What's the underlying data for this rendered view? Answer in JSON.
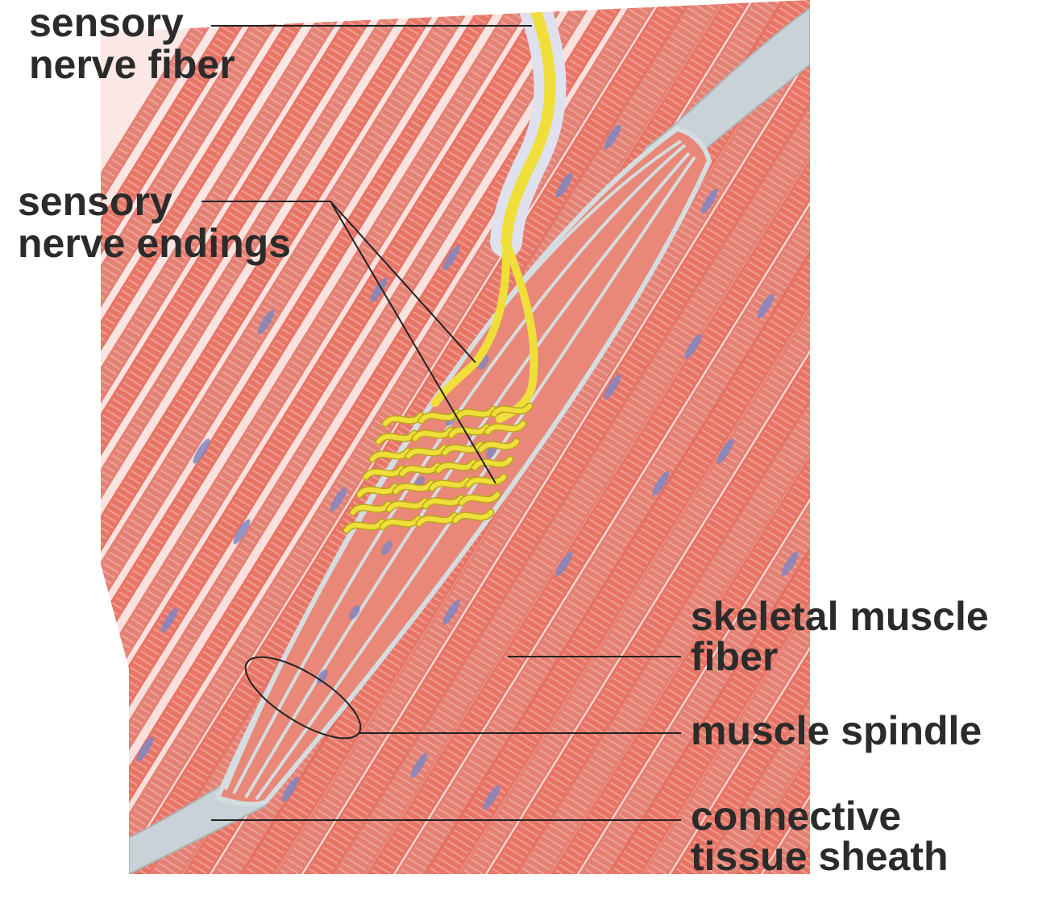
{
  "figure": {
    "labels": {
      "sensory_nerve_fiber": [
        "sensory",
        "nerve fiber"
      ],
      "sensory_nerve_endings": [
        "sensory",
        "nerve endings"
      ],
      "skeletal_muscle_fiber": [
        "skeletal muscle",
        "fiber"
      ],
      "muscle_spindle": [
        "muscle spindle"
      ],
      "connective_tissue_sheath": [
        "connective",
        "tissue sheath"
      ]
    }
  },
  "colors": {
    "muscle": "#e66a5a",
    "muscle_light": "#f2a79a",
    "striation": "#f7c3b8",
    "nucleus": "#7f86c2",
    "sheath": "#c9d2d6",
    "nerve": "#f0de3a",
    "nerve_outline": "#b8a61c",
    "label_text": "#2b2b2b"
  }
}
